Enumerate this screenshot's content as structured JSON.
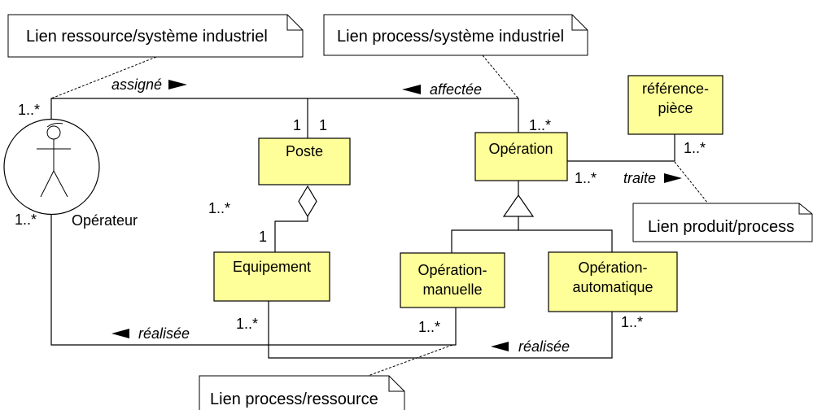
{
  "diagram": {
    "notes": {
      "resource_system": "Lien ressource/système industriel",
      "process_system": "Lien process/système industriel",
      "product_process": "Lien produit/process",
      "process_resource": "Lien process/ressource"
    },
    "actor": {
      "name": "Opérateur",
      "icon": "actor-stick-figure-icon"
    },
    "classes": {
      "poste": "Poste",
      "operation": "Opération",
      "reference_piece": {
        "line1": "référence-",
        "line2": "pièce"
      },
      "equipement": "Equipement",
      "operation_manuelle": {
        "line1": "Opération-",
        "line2": "manuelle"
      },
      "operation_automatique": {
        "line1": "Opération-",
        "line2": "automatique"
      }
    },
    "associations": {
      "assigne": "assigné",
      "affectee": "affectée",
      "traite": "traite",
      "realisee_operateur": "réalisée",
      "realisee_equipement": "réalisée"
    },
    "multiplicities": {
      "operateur_assigne": "1..*",
      "poste_assigne": "1",
      "poste_affectee": "1",
      "operation_affectee": "1..*",
      "reference_piece_traite": "1..*",
      "operation_traite": "1..*",
      "poste_aggregation": "1..*",
      "equipement_aggregation": "1",
      "operateur_realisee": "1..*",
      "equipement_realisee": "1..*",
      "operation_manuelle_realisee": "1..*",
      "operation_automatique_realisee": "1..*"
    },
    "colors": {
      "class_fill": "#ffff99",
      "note_fill": "#ffffff",
      "stroke": "#000000"
    }
  }
}
